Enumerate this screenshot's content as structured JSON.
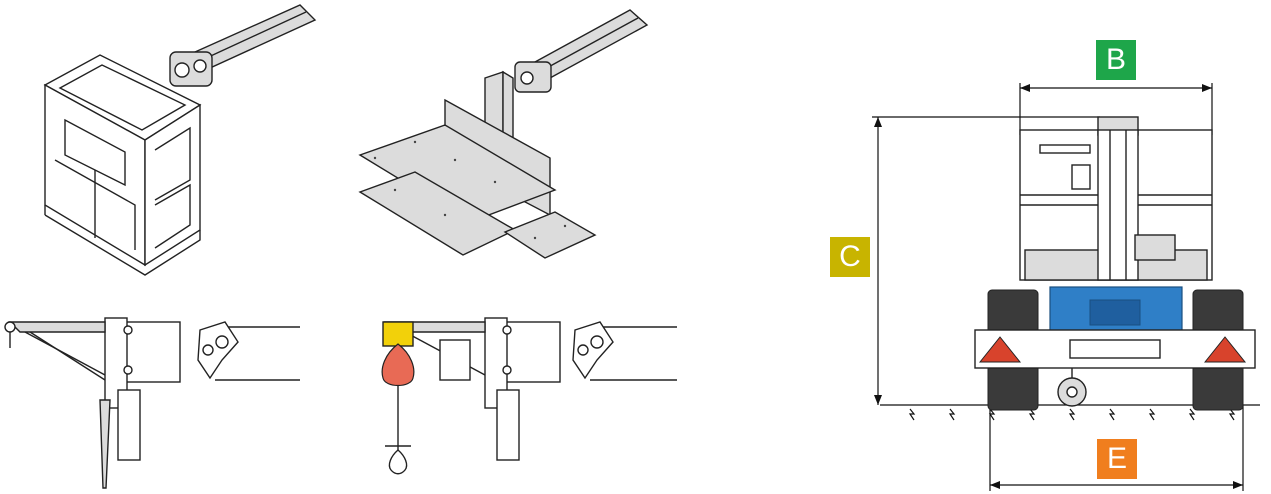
{
  "dimensions": {
    "B": {
      "label": "B",
      "color": "#1ea64a"
    },
    "C": {
      "label": "C",
      "color": "#c8b400"
    },
    "E": {
      "label": "E",
      "color": "#f07e1e"
    }
  },
  "colors": {
    "hoist_body": "#f2d10a",
    "hoist_bag": "#e86a55",
    "chassis_blue": "#2f7fc7",
    "tail_light": "#d8432c"
  },
  "illustrations": [
    {
      "name": "basket-attachment"
    },
    {
      "name": "platform-attachment"
    },
    {
      "name": "jib-attachment"
    },
    {
      "name": "hoist-attachment"
    },
    {
      "name": "rear-view-machine"
    }
  ]
}
